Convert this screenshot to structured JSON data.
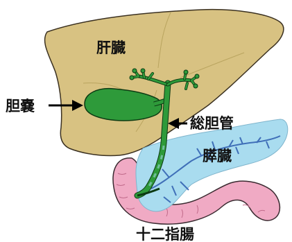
{
  "labels": {
    "liver": "肝臓",
    "gallbladder": "胆嚢",
    "common_bile_duct": "総胆管",
    "pancreas": "膵臓",
    "duodenum": "十二指腸"
  },
  "colors": {
    "liver_fill": "#d8c282",
    "liver_stroke": "#3a3020",
    "bile_green": "#2e9a3a",
    "pancreas_fill": "#a9dcef",
    "pancreas_duct": "#3f6fb8",
    "duodenum_fill": "#f0aac4",
    "arrow": "#000000"
  }
}
